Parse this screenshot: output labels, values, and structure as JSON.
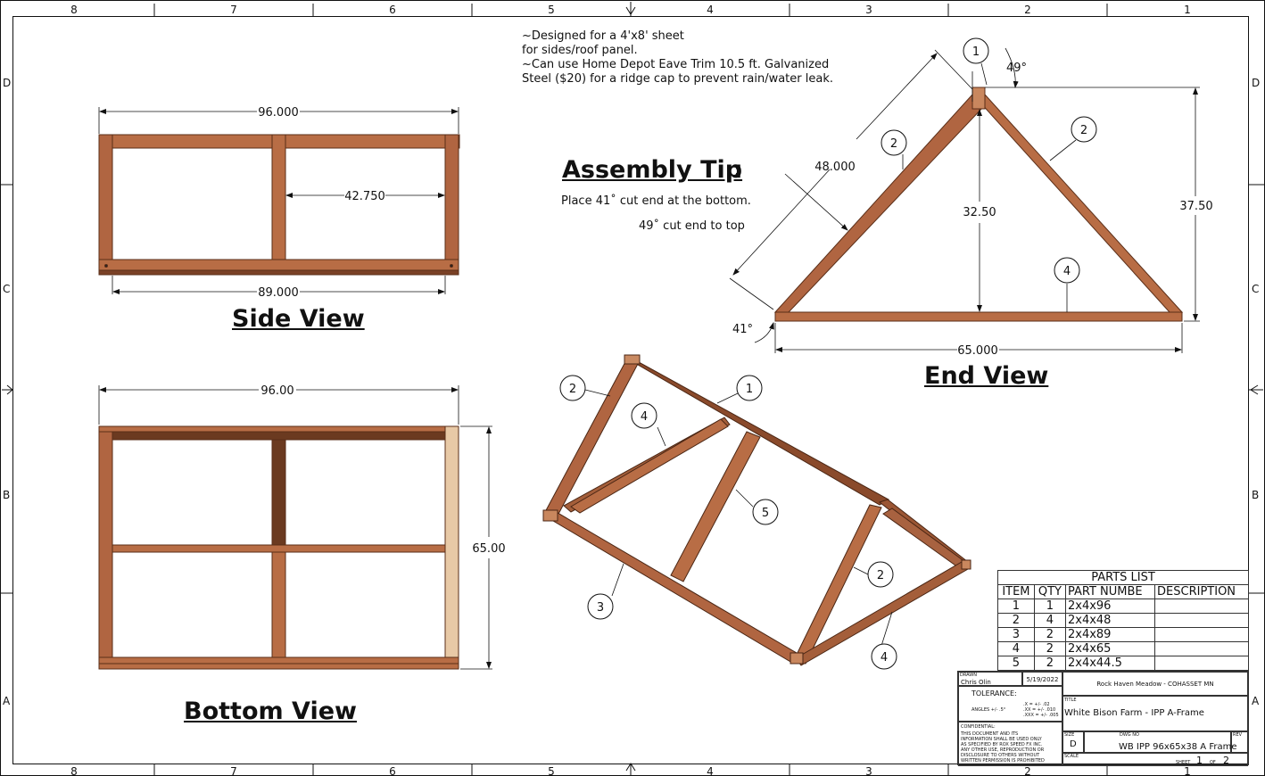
{
  "border": {
    "cols": [
      "8",
      "7",
      "6",
      "5",
      "4",
      "3",
      "2",
      "1"
    ],
    "rows": [
      "D",
      "C",
      "B",
      "A"
    ]
  },
  "notes": {
    "line1": "~Designed for a 4'x8' sheet",
    "line2": "for sides/roof panel.",
    "line3": "~Can use Home Depot Eave Trim 10.5 ft. Galvanized",
    "line4": "Steel ($20) for a ridge cap to prevent rain/water leak."
  },
  "assembly_tip": {
    "title": "Assembly Tip",
    "colon": ":",
    "line1": "Place 41˚ cut end at the bottom.",
    "line2": "49˚ cut end to top"
  },
  "side_view": {
    "title": "Side View",
    "dim_top": "96.000",
    "dim_mid": "42.750",
    "dim_bottom": "89.000"
  },
  "bottom_view": {
    "title": "Bottom View",
    "dim_top": "96.00",
    "dim_side": "65.00"
  },
  "end_view": {
    "title": "End View",
    "dim_rafter": "48.000",
    "dim_height_inner": "32.50",
    "dim_height_outer": "37.50",
    "dim_base": "65.000",
    "angle_top": "49°",
    "angle_bottom": "41°",
    "balloons": [
      "1",
      "2",
      "2",
      "4"
    ]
  },
  "iso_view": {
    "balloons": [
      "2",
      "1",
      "4",
      "5",
      "3",
      "2",
      "4"
    ]
  },
  "parts_list": {
    "title": "PARTS LIST",
    "headers": [
      "ITEM",
      "QTY",
      "PART NUMBE",
      "DESCRIPTION"
    ],
    "rows": [
      [
        "1",
        "1",
        "2x4x96",
        ""
      ],
      [
        "2",
        "4",
        "2x4x48",
        ""
      ],
      [
        "3",
        "2",
        "2x4x89",
        ""
      ],
      [
        "4",
        "2",
        "2x4x65",
        ""
      ],
      [
        "5",
        "2",
        "2x4x44.5",
        ""
      ]
    ]
  },
  "title_block": {
    "drawn_label": "DRAWN",
    "drawn_by": "Chris Olin",
    "date": "5/19/2022",
    "company": "Rock Haven Meadow - COHASSET MN",
    "tolerance_label": "TOLERANCE:",
    "angles": "ANGLES +/- .5°",
    "tol_x": ".X     = +/- .02",
    "tol_xx": ".XX = +/- .010",
    "tol_xxx": ".XXX = +/- .005",
    "title_label": "TITLE",
    "title": "White Bison Farm - IPP A-Frame",
    "confidential_label": "CONFIDENTIAL:",
    "confidential_1": "THIS DOCUMENT AND ITS",
    "confidential_2": "INFORMATION SHALL BE USED ONLY",
    "confidential_3": "AS SPECIFIED BY ROX SPEED FX INC.",
    "confidential_4": "ANY OTHER USE, REPRODUCTION OR",
    "confidential_5": "DISCLOSURE TO OTHERS WITHOUT",
    "confidential_6": "WRITTEN PERMISSION IS PROHIBITED",
    "size_label": "SIZE",
    "size": "D",
    "dwg_label": "DWG NO",
    "dwg_no": "WB IPP 96x65x38 A Frame",
    "rev_label": "REV",
    "scale_label": "SCALE",
    "sheet_label": "SHEET",
    "sheet_num": "1",
    "of_label": "OF",
    "sheet_total": "2"
  },
  "colors": {
    "wood": "#b86d45",
    "wood_dark": "#7a4126",
    "wood_light": "#e8c9a6",
    "line": "#111111"
  }
}
